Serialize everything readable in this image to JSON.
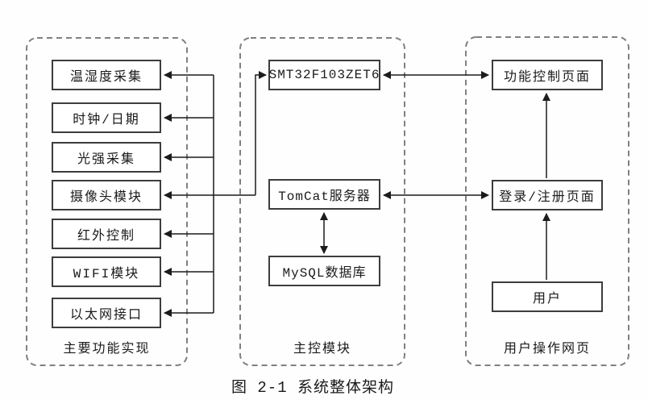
{
  "figure": {
    "caption": "图 2-1 系统整体架构"
  },
  "groups": {
    "left": {
      "label": "主要功能实现",
      "boxes": [
        "温湿度采集",
        "时钟/日期",
        "光强采集",
        "摄像头模块",
        "红外控制",
        "WIFI模块",
        "以太网接口"
      ]
    },
    "middle": {
      "label": "主控模块",
      "boxes": [
        "SMT32F103ZET6",
        "TomCat服务器",
        "MySQL数据库"
      ]
    },
    "right": {
      "label": "用户操作网页",
      "boxes": [
        "功能控制页面",
        "登录/注册页面",
        "用户"
      ]
    }
  },
  "connections": {
    "bus": {
      "hub": "SMT32F103ZET6",
      "targets": [
        "温湿度采集",
        "时钟/日期",
        "光强采集",
        "摄像头模块",
        "红外控制",
        "WIFI模块",
        "以太网接口"
      ],
      "bidirectional": true
    },
    "links": [
      {
        "a": "SMT32F103ZET6",
        "b": "功能控制页面",
        "type": "double-arrow"
      },
      {
        "a": "TomCat服务器",
        "b": "登录/注册页面",
        "type": "double-arrow"
      },
      {
        "a": "TomCat服务器",
        "b": "MySQL数据库",
        "type": "double-arrow"
      },
      {
        "a": "登录/注册页面",
        "b": "功能控制页面",
        "type": "arrow"
      },
      {
        "a": "用户",
        "b": "登录/注册页面",
        "type": "arrow"
      }
    ]
  },
  "colors": {
    "background": "#ffffff",
    "line": "#1c1c1c",
    "box_border": "#3d3d3d",
    "dashed_border": "#808080",
    "text": "#1a1a1a"
  }
}
